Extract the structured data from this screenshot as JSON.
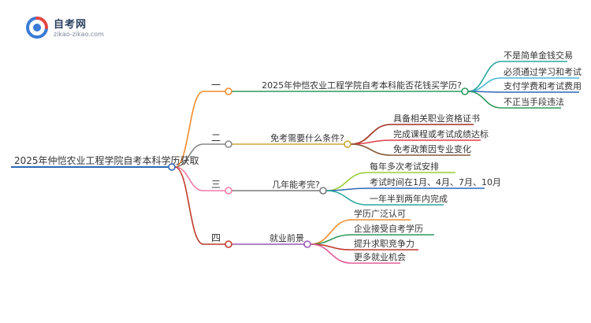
{
  "logo": {
    "title": "自考网",
    "subtitle": "zikao-zikao.com"
  },
  "mindmap": {
    "root": "2025年仲恺农业工程学院自考本科学历获取",
    "branches": [
      {
        "index": "一",
        "color": "#f08c2e",
        "label": "2025年仲恺农业工程学院自考本科能否花钱买学历?",
        "sub_color": "#2e9a5a",
        "children": [
          {
            "label": "不是简单金钱交易",
            "color": "#2aa7a0"
          },
          {
            "label": "必须通过学习和考试",
            "color": "#4bb8d8"
          },
          {
            "label": "支付学费和考试费用",
            "color": "#2e68b5"
          },
          {
            "label": "不正当手段违法",
            "color": "#2e9a5a"
          }
        ]
      },
      {
        "index": "二",
        "color": "#888888",
        "label": "免考需要什么条件?",
        "sub_color": "#c9a633",
        "children": [
          {
            "label": "具备相关职业资格证书",
            "color": "#a0301f"
          },
          {
            "label": "完成课程或考试成绩达标",
            "color": "#e0404a"
          },
          {
            "label": "免考政策因专业变化",
            "color": "#8a5c3c"
          }
        ]
      },
      {
        "index": "三",
        "color": "#f07aa6",
        "label": "几年能考完?",
        "sub_color": "#7a7a7a",
        "children": [
          {
            "label": "每年多次考试安排",
            "color": "#9acd32"
          },
          {
            "label": "考试时间在1月、4月、7月、10月",
            "color": "#2e68b5"
          },
          {
            "label": "一年半到两年内完成",
            "color": "#2aa7a0"
          }
        ]
      },
      {
        "index": "四",
        "color": "#c0392b",
        "label": "就业前景",
        "sub_color": "#9b59b6",
        "children": [
          {
            "label": "学历广泛认可",
            "color": "#f08c2e"
          },
          {
            "label": "企业接受自考学历",
            "color": "#2e9a5a"
          },
          {
            "label": "提升求职竞争力",
            "color": "#c0392b"
          },
          {
            "label": "更多就业机会",
            "color": "#e0609a"
          }
        ]
      }
    ]
  }
}
